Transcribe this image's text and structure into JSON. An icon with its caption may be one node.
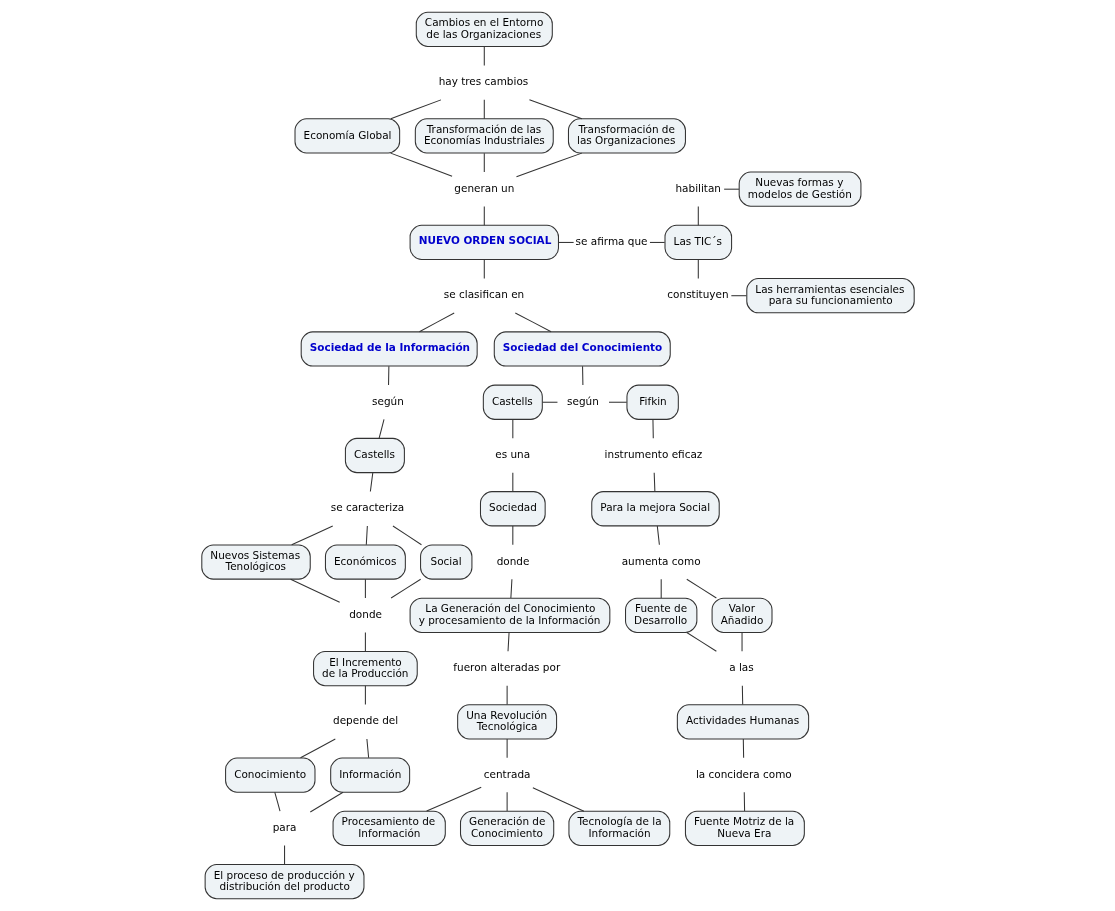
{
  "diagram": {
    "nodes": [
      {
        "text": [
          "Cambios en el Entorno de las Organizaciones"
        ]
      },
      {
        "text": [
          "hay tres cambios"
        ]
      },
      {
        "text": [
          "Economía Global"
        ]
      },
      {
        "text": [
          "Transformación de las Economías Industriales"
        ]
      },
      {
        "text": [
          "Transformación de las Organizaciones"
        ]
      },
      {
        "text": [
          "generan un"
        ]
      },
      {
        "text": [
          "NUEVO ORDEN SOCIAL"
        ]
      },
      {
        "text": [
          "se afirma que"
        ]
      },
      {
        "text": [
          "Las TIC´s"
        ]
      },
      {
        "text": [
          "habilitan"
        ]
      },
      {
        "text": [
          "Nuevas formas y modelos de Gestión"
        ]
      },
      {
        "text": [
          "constituyen"
        ]
      },
      {
        "text": [
          "Las herramientas esenciales para su funcionamiento"
        ]
      },
      {
        "text": [
          "se clasifican en"
        ]
      },
      {
        "text": [
          "Sociedad de la Información"
        ]
      },
      {
        "text": [
          "Sociedad del Conocimiento"
        ]
      },
      {
        "text": [
          "según"
        ]
      },
      {
        "text": [
          "Castells"
        ]
      },
      {
        "text": [
          "se caracteriza"
        ]
      },
      {
        "text": [
          "Nuevos Sistemas Tenológicos"
        ]
      },
      {
        "text": [
          "Económicos"
        ]
      },
      {
        "text": [
          "Social"
        ]
      },
      {
        "text": [
          "donde"
        ]
      },
      {
        "text": [
          "El Incremento de la Producción"
        ]
      },
      {
        "text": [
          "depende del"
        ]
      },
      {
        "text": [
          "Conocimiento"
        ]
      },
      {
        "text": [
          "Información"
        ]
      },
      {
        "text": [
          "para"
        ]
      },
      {
        "text": [
          "El proceso de producción y distribución del producto"
        ]
      },
      {
        "text": [
          "Castells"
        ]
      },
      {
        "text": [
          "según"
        ]
      },
      {
        "text": [
          "Fifkin"
        ]
      },
      {
        "text": [
          "es una"
        ]
      },
      {
        "text": [
          "Sociedad"
        ]
      },
      {
        "text": [
          "donde"
        ]
      },
      {
        "text": [
          "La Generación del Conocimiento y procesamiento de la Información"
        ]
      },
      {
        "text": [
          "fueron alteradas por"
        ]
      },
      {
        "text": [
          "Una Revolución Tecnológica"
        ]
      },
      {
        "text": [
          "centrada"
        ]
      },
      {
        "text": [
          "Procesamiento de Información"
        ]
      },
      {
        "text": [
          "Generación de Conocimiento"
        ]
      },
      {
        "text": [
          "Tecnología de la Información"
        ]
      },
      {
        "text": [
          "instrumento eficaz"
        ]
      },
      {
        "text": [
          "Para la mejora Social"
        ]
      },
      {
        "text": [
          "aumenta como"
        ]
      },
      {
        "text": [
          "Fuente de Desarrollo"
        ]
      },
      {
        "text": [
          "Valor Añadido"
        ]
      },
      {
        "text": [
          "a las"
        ]
      },
      {
        "text": [
          "Actividades Humanas"
        ]
      },
      {
        "text": [
          "la concidera como"
        ]
      },
      {
        "text": [
          "Fuente Motriz de la Nueva Era"
        ]
      }
    ],
    "edges": [
      {
        "from": 0,
        "to": 1,
        "arrow": "none"
      },
      {
        "from": 1,
        "to": 2,
        "arrow": "none"
      },
      {
        "from": 1,
        "to": 3,
        "arrow": "none"
      },
      {
        "from": 1,
        "to": 4,
        "arrow": "none"
      },
      {
        "from": 2,
        "to": 5,
        "arrow": "none"
      },
      {
        "from": 3,
        "to": 5,
        "arrow": "none"
      },
      {
        "from": 4,
        "to": 5,
        "arrow": "none"
      },
      {
        "from": 5,
        "to": 6,
        "arrow": "none"
      },
      {
        "from": 6,
        "to": 7,
        "arrow": "none"
      },
      {
        "from": 7,
        "to": 8,
        "arrow": "none"
      },
      {
        "from": 8,
        "to": 9,
        "arrow": "none"
      },
      {
        "from": 9,
        "to": 10,
        "arrow": "none"
      },
      {
        "from": 8,
        "to": 11,
        "arrow": "none"
      },
      {
        "from": 11,
        "to": 12,
        "arrow": "none"
      },
      {
        "from": 6,
        "to": 13,
        "arrow": "none"
      },
      {
        "from": 13,
        "to": 14,
        "arrow": "none"
      },
      {
        "from": 13,
        "to": 15,
        "arrow": "none"
      },
      {
        "from": 14,
        "to": 16,
        "arrow": "none"
      },
      {
        "from": 16,
        "to": 17,
        "arrow": "none"
      },
      {
        "from": 17,
        "to": 18,
        "arrow": "none"
      },
      {
        "from": 18,
        "to": 19,
        "arrow": "none"
      },
      {
        "from": 18,
        "to": 20,
        "arrow": "none"
      },
      {
        "from": 18,
        "to": 21,
        "arrow": "none"
      },
      {
        "from": 19,
        "to": 22,
        "arrow": "none"
      },
      {
        "from": 20,
        "to": 22,
        "arrow": "none"
      },
      {
        "from": 21,
        "to": 22,
        "arrow": "none"
      },
      {
        "from": 22,
        "to": 23,
        "arrow": "none"
      },
      {
        "from": 23,
        "to": 24,
        "arrow": "none"
      },
      {
        "from": 24,
        "to": 25,
        "arrow": "none"
      },
      {
        "from": 24,
        "to": 26,
        "arrow": "none"
      },
      {
        "from": 25,
        "to": 27,
        "arrow": "none"
      },
      {
        "from": 26,
        "to": 27,
        "arrow": "none"
      },
      {
        "from": 27,
        "to": 28,
        "arrow": "none"
      },
      {
        "from": 15,
        "to": 30,
        "arrow": "none"
      },
      {
        "from": 29,
        "to": 30,
        "arrow": "none"
      },
      {
        "from": 30,
        "to": 31,
        "arrow": "none"
      },
      {
        "from": 29,
        "to": 32,
        "arrow": "none"
      },
      {
        "from": 32,
        "to": 33,
        "arrow": "none"
      },
      {
        "from": 33,
        "to": 34,
        "arrow": "none"
      },
      {
        "from": 34,
        "to": 35,
        "arrow": "none"
      },
      {
        "from": 35,
        "to": 36,
        "arrow": "none"
      },
      {
        "from": 36,
        "to": 37,
        "arrow": "none"
      },
      {
        "from": 37,
        "to": 38,
        "arrow": "none"
      },
      {
        "from": 38,
        "to": 39,
        "arrow": "none"
      },
      {
        "from": 38,
        "to": 40,
        "arrow": "none"
      },
      {
        "from": 38,
        "to": 41,
        "arrow": "none"
      },
      {
        "from": 31,
        "to": 42,
        "arrow": "none"
      },
      {
        "from": 42,
        "to": 43,
        "arrow": "none"
      },
      {
        "from": 43,
        "to": 44,
        "arrow": "none"
      },
      {
        "from": 44,
        "to": 45,
        "arrow": "none"
      },
      {
        "from": 44,
        "to": 46,
        "arrow": "none"
      },
      {
        "from": 45,
        "to": 47,
        "arrow": "none"
      },
      {
        "from": 46,
        "to": 47,
        "arrow": "none"
      },
      {
        "from": 47,
        "to": 48,
        "arrow": "none"
      },
      {
        "from": 48,
        "to": 49,
        "arrow": "none"
      },
      {
        "from": 49,
        "to": 50,
        "arrow": "none"
      }
    ]
  }
}
